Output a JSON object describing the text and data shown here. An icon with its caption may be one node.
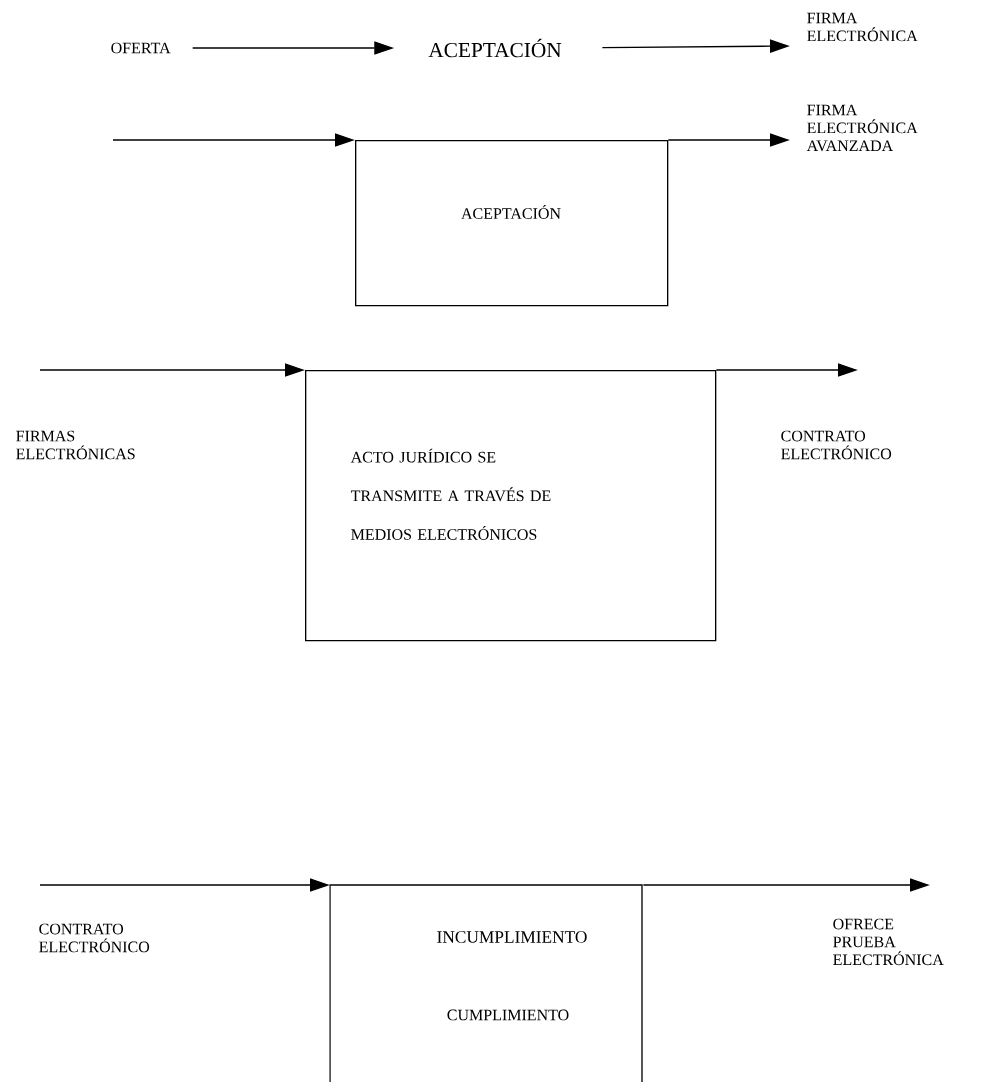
{
  "diagram": {
    "nodes": [
      {
        "text": [
          "OFERTA"
        ]
      },
      {
        "text": [
          "ACEPTACIÓN"
        ]
      },
      {
        "text": [
          "FIRMA ELECTRÓNICA"
        ]
      },
      {
        "text": [
          "ACEPTACIÓN"
        ]
      },
      {
        "text": [
          "FIRMA ELECTRÓNICA AVANZADA"
        ]
      },
      {
        "text": [
          "ACTO JURÍDICO SE TRANSMITE A TRAVÉS DE MEDIOS ELECTRÓNICOS"
        ]
      },
      {
        "text": [
          "INCUMPLIMIENTO",
          "CUMPLIMIENTO"
        ]
      }
    ],
    "edges": [
      {
        "from": 0,
        "to": 1,
        "arrow": "to"
      },
      {
        "from": 1,
        "to": 2,
        "arrow": "to"
      },
      {
        "from": null,
        "to": 3,
        "arrow": "to"
      },
      {
        "from": 3,
        "to": 4,
        "arrow": "to"
      },
      {
        "from": null,
        "to": 5,
        "arrow": "to",
        "label": "FIRMAS ELECTRÓNICAS"
      },
      {
        "from": 5,
        "to": null,
        "arrow": "to",
        "label": "CONTRATO ELECTRÓNICO"
      },
      {
        "from": null,
        "to": 6,
        "arrow": "to",
        "label": "CONTRATO ELECTRÓNICO"
      },
      {
        "from": 6,
        "to": null,
        "arrow": "to",
        "label": "OFRECE PRUEBA ELECTRÓNICA"
      }
    ]
  }
}
